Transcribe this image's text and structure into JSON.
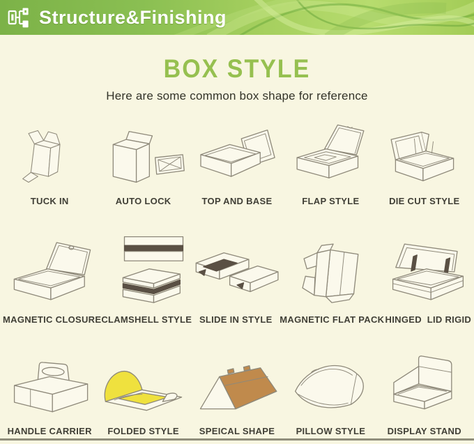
{
  "header": {
    "title": "Structure&Finishing",
    "icon": "structure-logo-icon"
  },
  "section": {
    "title": "BOX STYLE",
    "subtitle": "Here are some common box shape for reference"
  },
  "colors": {
    "banner_green_left": "#7cb248",
    "banner_green_right": "#b7dc6e",
    "title_green": "#96c050",
    "background_cream": "#f8f6e1",
    "line_art": "#8e897a",
    "dark_fill": "#5a5044",
    "yellow_fill": "#efe13e",
    "brown_fill": "#c08a4c",
    "label_text": "#403f36",
    "bottom_rule": "#908e7c"
  },
  "box_styles": [
    {
      "label": "TUCK IN",
      "icon": "tuck-in-box-icon"
    },
    {
      "label": "AUTO LOCK",
      "icon": "auto-lock-box-icon"
    },
    {
      "label": "TOP AND BASE",
      "icon": "top-and-base-box-icon"
    },
    {
      "label": "FLAP STYLE",
      "icon": "flap-style-box-icon"
    },
    {
      "label": "DIE CUT STYLE",
      "icon": "die-cut-style-box-icon"
    },
    {
      "label": "MAGNETIC CLOSURE",
      "icon": "magnetic-closure-box-icon"
    },
    {
      "label": "CLAMSHELL STYLE",
      "icon": "clamshell-style-box-icon"
    },
    {
      "label": "SLIDE IN STYLE",
      "icon": "slide-in-style-box-icon"
    },
    {
      "label": "MAGNETIC FLAT PACK",
      "icon": "magnetic-flat-pack-box-icon"
    },
    {
      "label": "HINGED  LID RIGID",
      "icon": "hinged-lid-rigid-box-icon"
    },
    {
      "label": "HANDLE CARRIER",
      "icon": "handle-carrier-box-icon"
    },
    {
      "label": "FOLDED STYLE",
      "icon": "folded-style-box-icon"
    },
    {
      "label": "SPEICAL SHAPE",
      "icon": "special-shape-box-icon"
    },
    {
      "label": "PILLOW STYLE",
      "icon": "pillow-style-box-icon"
    },
    {
      "label": "DISPLAY STAND",
      "icon": "display-stand-box-icon"
    }
  ]
}
